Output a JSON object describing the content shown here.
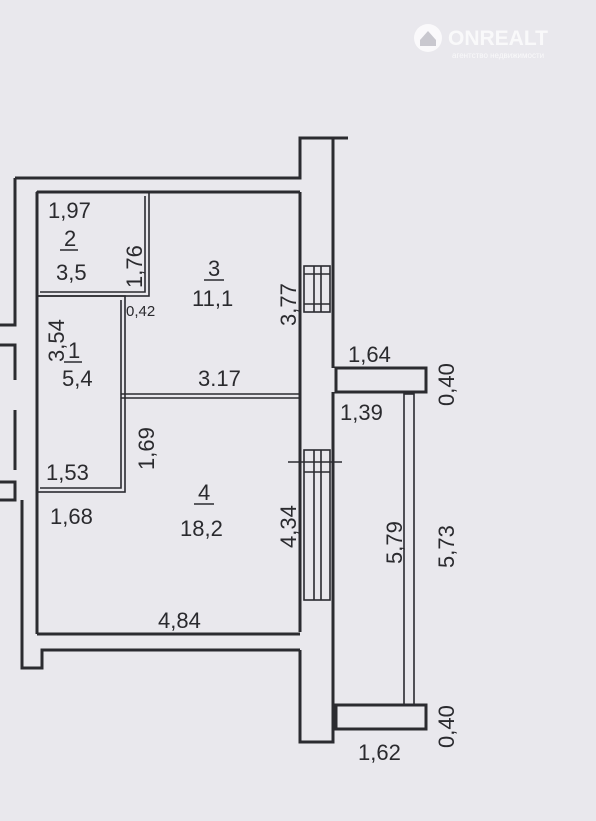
{
  "watermark": {
    "brand": "ONREALT",
    "sub": "агентство недвижимости"
  },
  "rooms": [
    {
      "number": "1",
      "area": "5,4"
    },
    {
      "number": "2",
      "area": "3,5"
    },
    {
      "number": "3",
      "area": "11,1"
    },
    {
      "number": "4",
      "area": "18,2"
    }
  ],
  "dims": {
    "r2_width": "1,97",
    "r2_height": "1,76",
    "r1_height": "3,54",
    "r1_gap": "0,42",
    "r3_width": "3.17",
    "r3_height": "3,77",
    "r1_width": "1,53",
    "r4_left": "1,68",
    "r1_door": "1,69",
    "r4_height": "4,34",
    "r4_width": "4,84",
    "balcony_top_width": "1,64",
    "balcony_top_depth": "0,40",
    "balcony_inner_width": "1,39",
    "balcony_inner_length": "5,79",
    "balcony_outer_length": "5,73",
    "balcony_bottom_depth": "0,40",
    "balcony_bottom_width": "1,62"
  },
  "colors": {
    "paper": "#e9e8ed",
    "ink": "#2b2b30"
  }
}
